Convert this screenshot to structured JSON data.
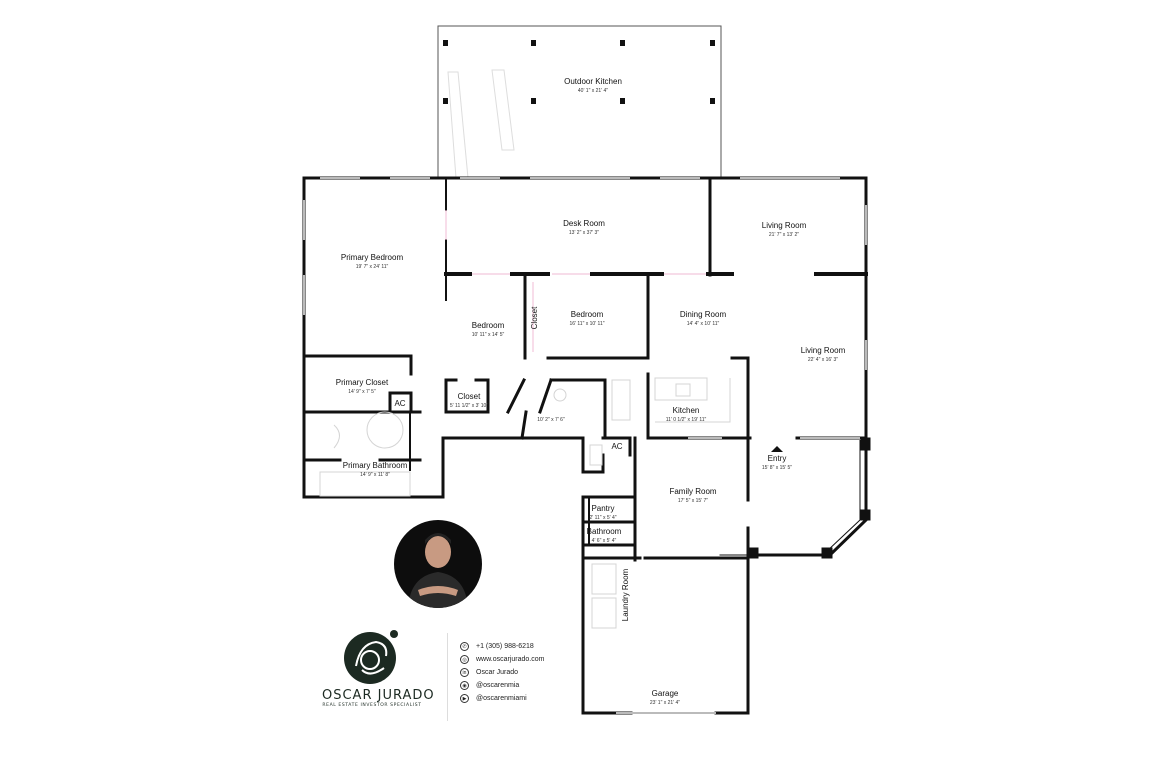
{
  "rooms": [
    {
      "id": "outdoor-kitchen",
      "name": "Outdoor Kitchen",
      "dims": "40' 1\" x 21' 4\""
    },
    {
      "id": "desk-room",
      "name": "Desk Room",
      "dims": "13' 2\" x 37' 3\""
    },
    {
      "id": "living-room-1",
      "name": "Living Room",
      "dims": "21' 7\" x 13' 2\""
    },
    {
      "id": "primary-bedroom",
      "name": "Primary Bedroom",
      "dims": "19' 7\" x 24' 11\""
    },
    {
      "id": "bedroom-1",
      "name": "Bedroom",
      "dims": "10' 11\" x 14' 5\""
    },
    {
      "id": "closet-vertical",
      "name": "Closet",
      "dims": ""
    },
    {
      "id": "bedroom-2",
      "name": "Bedroom",
      "dims": "16' 11\" x 10' 11\""
    },
    {
      "id": "dining-room",
      "name": "Dining Room",
      "dims": "14' 4\" x 10' 11\""
    },
    {
      "id": "living-room-2",
      "name": "Living Room",
      "dims": "22' 4\" x 16' 3\""
    },
    {
      "id": "primary-closet",
      "name": "Primary Closet",
      "dims": "14' 9\" x 7' 5\""
    },
    {
      "id": "ac-1",
      "name": "AC",
      "dims": ""
    },
    {
      "id": "closet-small",
      "name": "Closet",
      "dims": "5' 11 1/2\" x 3' 10\""
    },
    {
      "id": "hall",
      "name": "",
      "dims": "10' 2\" x 7' 6\""
    },
    {
      "id": "kitchen",
      "name": "Kitchen",
      "dims": "11' 0 1/2\" x 19' 11\""
    },
    {
      "id": "ac-2",
      "name": "AC",
      "dims": ""
    },
    {
      "id": "entry",
      "name": "Entry",
      "dims": "15' 8\" x 15' 5\""
    },
    {
      "id": "primary-bathroom",
      "name": "Primary Bathroom",
      "dims": "14' 9\" x 11' 8\""
    },
    {
      "id": "family-room",
      "name": "Family Room",
      "dims": "17' 5\" x 15' 7\""
    },
    {
      "id": "pantry",
      "name": "Pantry",
      "dims": "2' 11\" x 5' 4\""
    },
    {
      "id": "bathroom",
      "name": "Bathroom",
      "dims": "4' 6\" x 5' 4\""
    },
    {
      "id": "laundry-room",
      "name": "Laundry Room",
      "dims": ""
    },
    {
      "id": "garage",
      "name": "Garage",
      "dims": "23' 1\" x 21' 4\""
    }
  ],
  "brand": {
    "name": "OSCAR JURADO",
    "tagline": "REAL ESTATE INVESTOR SPECIALIST",
    "logo_color": "#1c2a22"
  },
  "contacts": [
    {
      "icon": "phone-icon",
      "glyph": "✆",
      "text": "+1 (305) 988-6218"
    },
    {
      "icon": "globe-icon",
      "glyph": "◎",
      "text": "www.oscarjurado.com"
    },
    {
      "icon": "linkedin-icon",
      "glyph": "in",
      "text": "Oscar Jurado"
    },
    {
      "icon": "instagram-icon",
      "glyph": "◉",
      "text": "@oscarenmia"
    },
    {
      "icon": "youtube-icon",
      "glyph": "▶",
      "text": "@oscarenmiami"
    }
  ]
}
